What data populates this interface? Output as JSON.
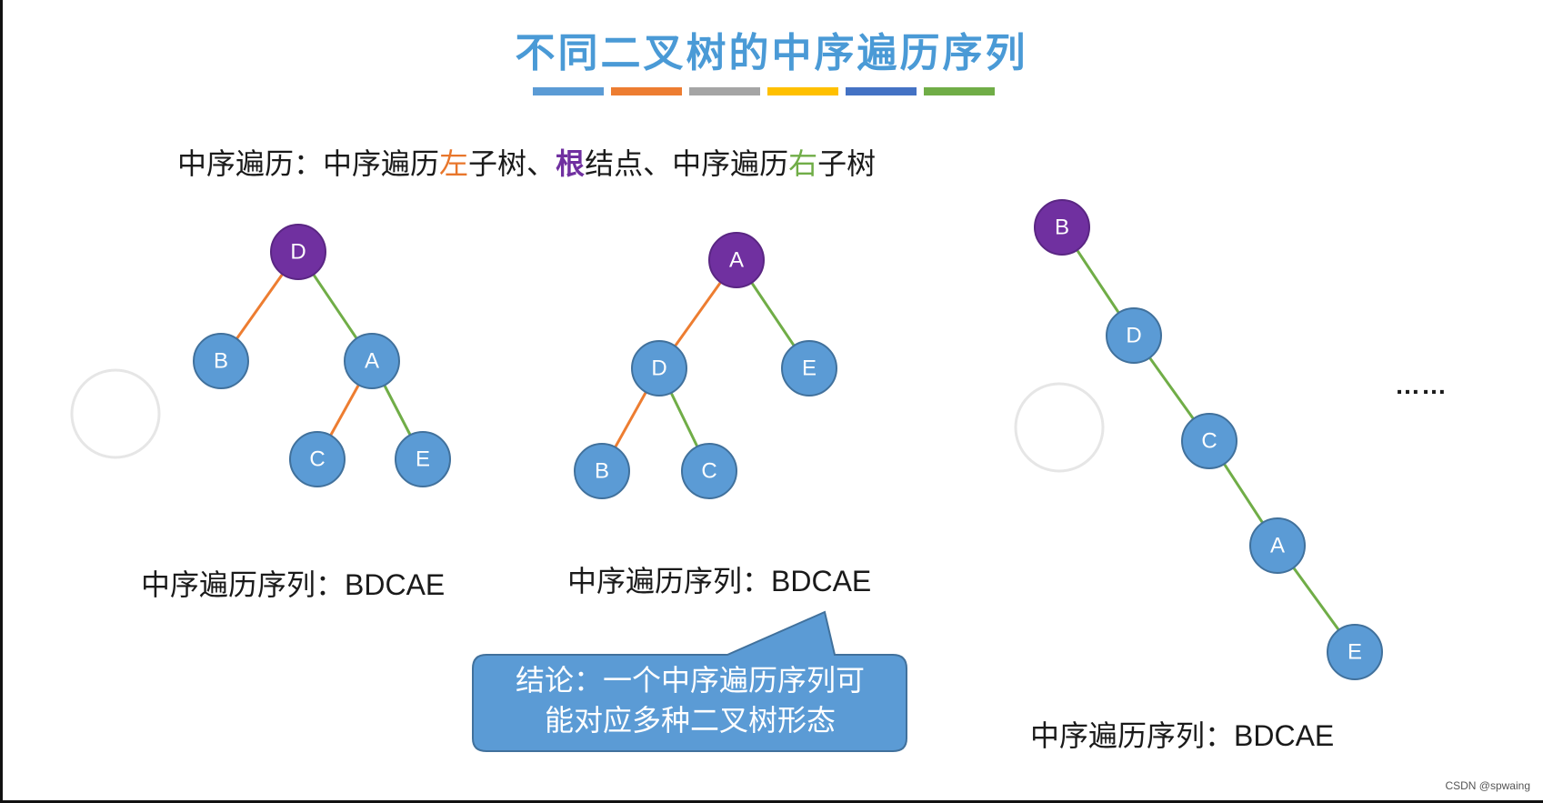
{
  "title": "不同二叉树的中序遍历序列",
  "title_underline_colors": [
    "#5b9bd5",
    "#ed7d31",
    "#a5a5a5",
    "#ffc000",
    "#4472c4",
    "#70ad47"
  ],
  "definition": {
    "prefix": "中序遍历：中序遍历",
    "left": "左",
    "mid1": "子树、",
    "root": "根",
    "mid2": "结点、中序遍历",
    "right": "右",
    "suffix": "子树"
  },
  "colors": {
    "node_fill": "#5b9bd5",
    "node_stroke": "#41719c",
    "root_fill": "#7030a0",
    "left_edge": "#ed7d31",
    "right_edge": "#70ad47",
    "callout_fill": "#5b9bd5"
  },
  "trees": [
    {
      "root": "D",
      "nodes": [
        "D",
        "B",
        "A",
        "C",
        "E"
      ],
      "edges": [
        [
          "D",
          "B",
          "left"
        ],
        [
          "D",
          "A",
          "right"
        ],
        [
          "A",
          "C",
          "left"
        ],
        [
          "A",
          "E",
          "right"
        ]
      ],
      "sequence_label": "中序遍历序列：",
      "sequence_value": "BDCAE"
    },
    {
      "root": "A",
      "nodes": [
        "A",
        "D",
        "E",
        "B",
        "C"
      ],
      "edges": [
        [
          "A",
          "D",
          "left"
        ],
        [
          "A",
          "E",
          "right"
        ],
        [
          "D",
          "B",
          "left"
        ],
        [
          "D",
          "C",
          "right"
        ]
      ],
      "sequence_label": "中序遍历序列：",
      "sequence_value": "BDCAE"
    },
    {
      "root": "B",
      "nodes": [
        "B",
        "D",
        "C",
        "A",
        "E"
      ],
      "edges": [
        [
          "B",
          "D",
          "right"
        ],
        [
          "D",
          "C",
          "right"
        ],
        [
          "C",
          "A",
          "right"
        ],
        [
          "A",
          "E",
          "right"
        ]
      ],
      "sequence_label": "中序遍历序列：",
      "sequence_value": "BDCAE"
    }
  ],
  "ellipsis": "……",
  "callout": {
    "line1": "结论：一个中序遍历序列可",
    "line2": "能对应多种二叉树形态"
  },
  "credit": "CSDN @spwaing"
}
